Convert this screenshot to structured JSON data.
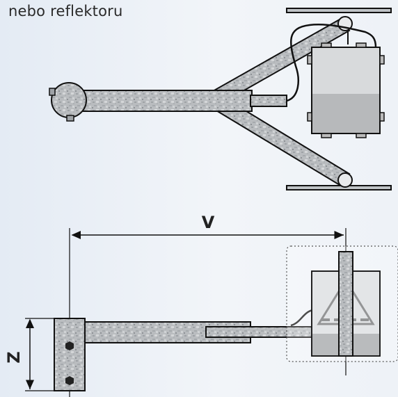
{
  "caption": "nebo reflektoru",
  "dimensions": {
    "horizontal_label": "V",
    "vertical_label": "Z"
  }
}
